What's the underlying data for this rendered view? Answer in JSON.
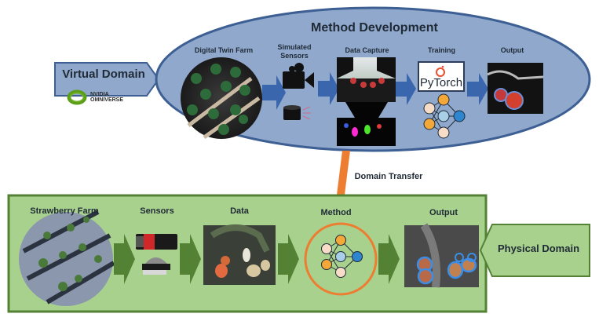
{
  "virtual": {
    "title": "Method Development",
    "domain_label": "Virtual Domain",
    "brand_line1": "NVIDIA",
    "brand_line2": "OMNIVERSE",
    "steps": {
      "farm": "Digital Twin Farm",
      "sensors_line1": "Simulated",
      "sensors_line2": "Sensors",
      "capture": "Data Capture",
      "training": "Training",
      "output": "Output"
    },
    "framework": "PyTorch"
  },
  "transfer": {
    "label": "Domain Transfer"
  },
  "physical": {
    "domain_label": "Physical Domain",
    "steps": {
      "farm": "Strawberry Farm",
      "sensors": "Sensors",
      "data": "Data",
      "method": "Method",
      "output": "Output"
    }
  },
  "colors": {
    "virtual_fill": "#8fa8cc",
    "virtual_stroke": "#3d5f93",
    "virtual_arrow": "#3a66ad",
    "physical_fill": "#a9d18e",
    "physical_stroke": "#548235",
    "physical_arrow": "#548235",
    "transfer": "#ed7d31",
    "nn_orange": "#f4a83a",
    "nn_peach": "#f7dcc8",
    "nn_lightblue": "#a9cfe8",
    "nn_blue": "#2e86d1"
  }
}
